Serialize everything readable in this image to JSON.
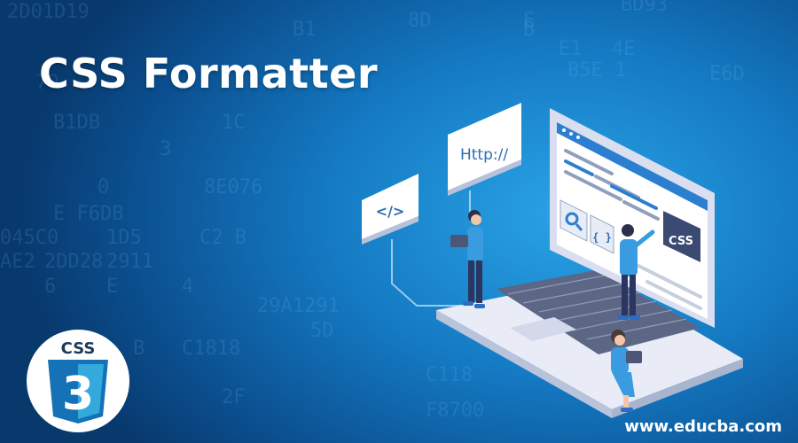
{
  "title": "CSS Formatter",
  "logo": {
    "label": "CSS",
    "number": "3"
  },
  "bubbles": {
    "http": "Http://",
    "tag": "</>",
    "css_badge": "CSS",
    "braces": "{ }"
  },
  "website": "www.educba.com",
  "colors": {
    "bg_dark": "#08396d",
    "bg_light": "#2aa3e6",
    "text": "#ffffff",
    "laptop": "#e9ecf6"
  }
}
